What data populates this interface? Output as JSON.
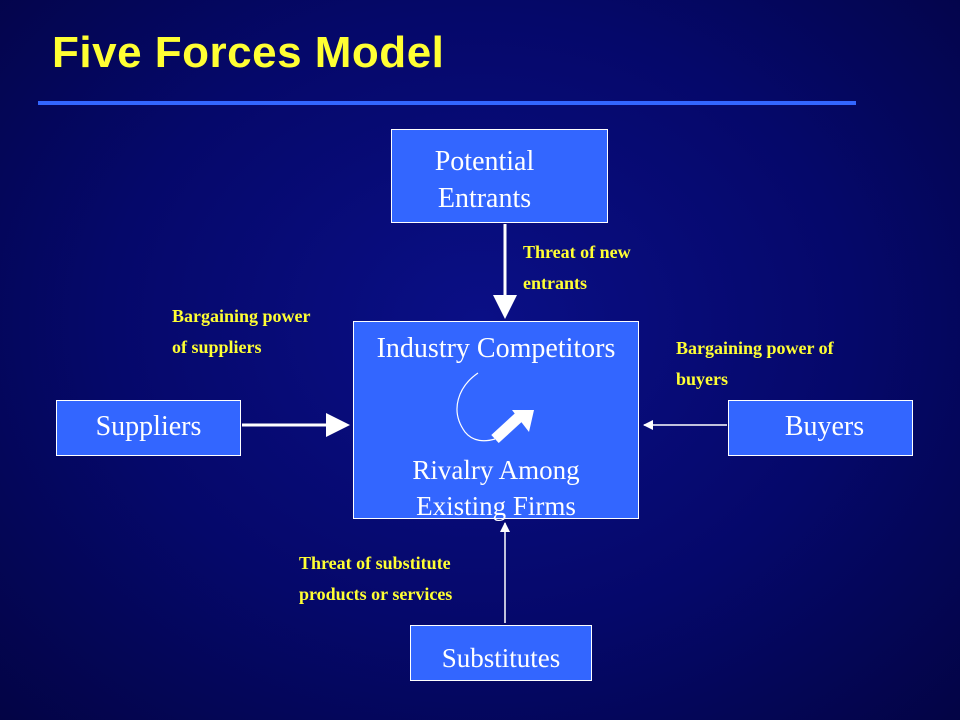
{
  "title": "Five Forces Model",
  "colors": {
    "box_fill": "#3366ff",
    "label": "#ffff33",
    "title": "#ffff33",
    "background": "#05086a"
  },
  "boxes": {
    "potential_entrants": {
      "line1": "Potential",
      "line2": "Entrants"
    },
    "industry": {
      "heading": "Industry Competitors",
      "line1": "Rivalry Among",
      "line2": "Existing Firms"
    },
    "suppliers": "Suppliers",
    "buyers": "Buyers",
    "substitutes": "Substitutes"
  },
  "labels": {
    "new_entrants": {
      "line1": "Threat of new",
      "line2": "entrants"
    },
    "suppliers_power": {
      "line1": "Bargaining power",
      "line2": "of suppliers"
    },
    "buyers_power": {
      "line1": "Bargaining power of",
      "line2": "buyers"
    },
    "substitutes": {
      "line1": "Threat of substitute",
      "line2": "products or services"
    }
  }
}
